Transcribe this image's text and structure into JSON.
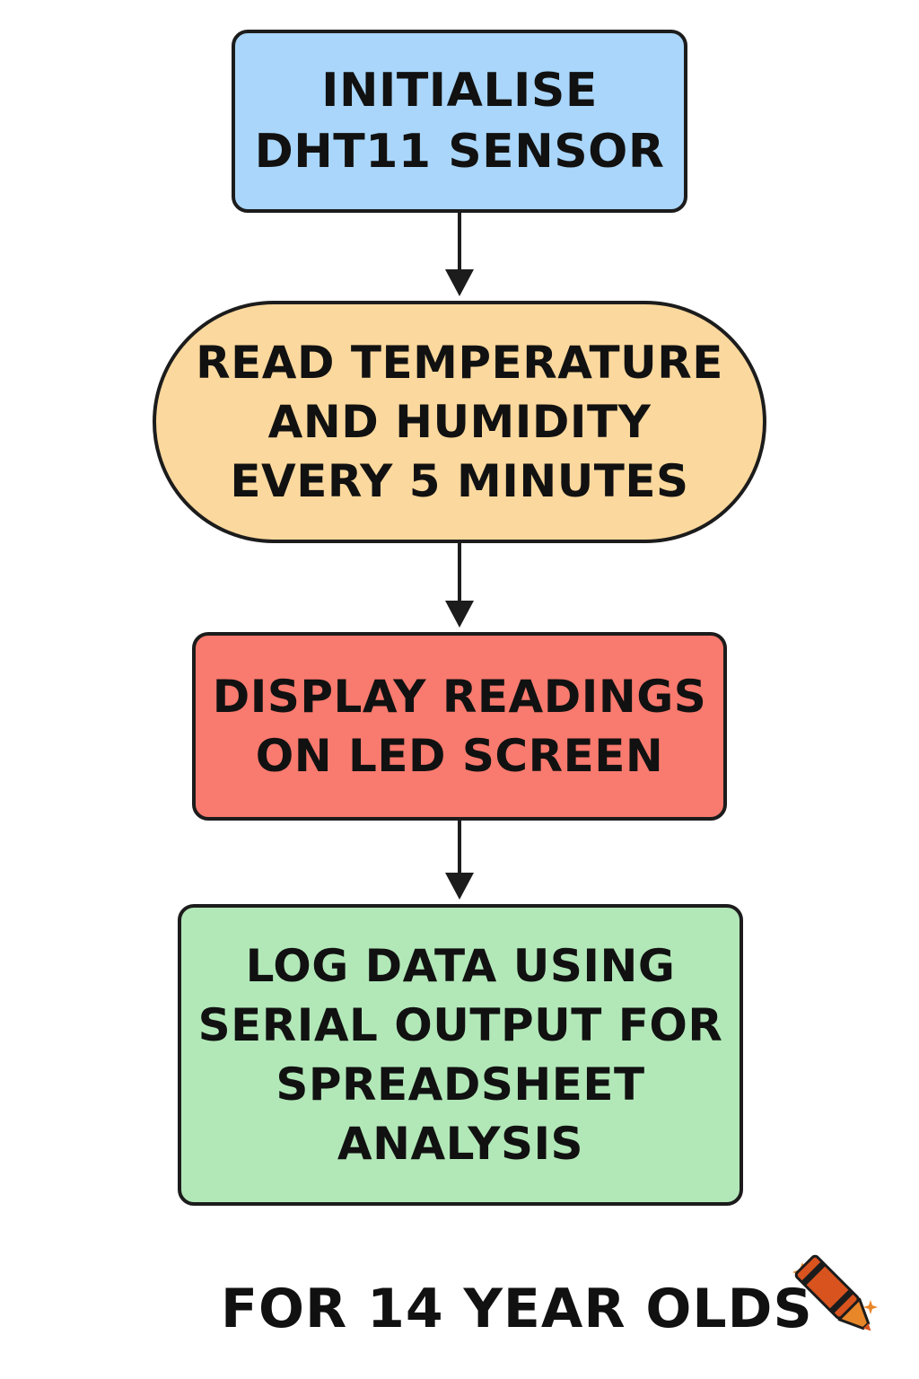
{
  "diagram": {
    "nodes": [
      {
        "id": "node-1",
        "lines": [
          "INITIALISE",
          "DHT11 SENSOR"
        ],
        "fill": "#a9d6fa",
        "shape": "rounded-rectangle"
      },
      {
        "id": "node-2",
        "lines": [
          "READ TEMPERATURE",
          "AND HUMIDITY",
          "EVERY 5 MINUTES"
        ],
        "fill": "#fbd89d",
        "shape": "stadium"
      },
      {
        "id": "node-3",
        "lines": [
          "DISPLAY READINGS",
          "ON LED SCREEN"
        ],
        "fill": "#f97a6e",
        "shape": "rounded-rectangle"
      },
      {
        "id": "node-4",
        "lines": [
          "LOG DATA USING",
          "SERIAL OUTPUT FOR",
          "SPREADSHEET",
          "ANALYSIS"
        ],
        "fill": "#b2e8b8",
        "shape": "rounded-rectangle"
      }
    ],
    "edges": [
      {
        "from": "node-1",
        "to": "node-2"
      },
      {
        "from": "node-2",
        "to": "node-3"
      },
      {
        "from": "node-3",
        "to": "node-4"
      }
    ],
    "footer": "FOR 14 YEAR OLDS",
    "footer_icon": "crayon-icon"
  },
  "colors": {
    "stroke": "#1c1c1c",
    "text": "#111111",
    "crayon": "#d9531e",
    "sparkle": "#e8862a"
  }
}
